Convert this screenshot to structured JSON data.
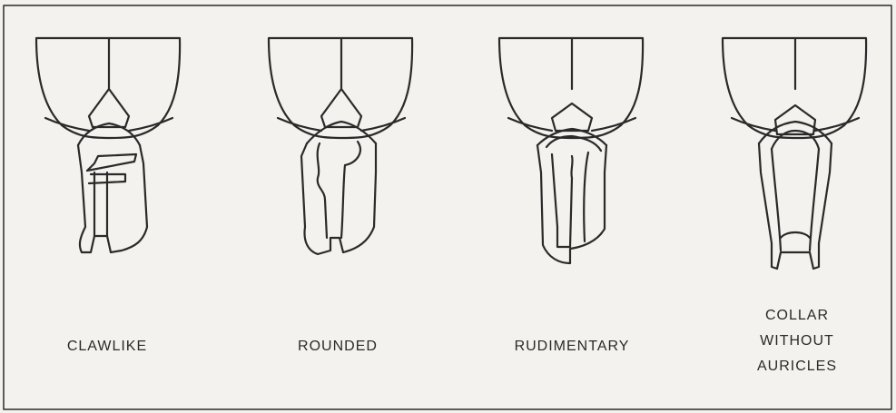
{
  "figure": {
    "panels": [
      {
        "id": "clawlike",
        "label_lines": [
          "CLAWLIKE"
        ]
      },
      {
        "id": "rounded",
        "label_lines": [
          "ROUNDED"
        ]
      },
      {
        "id": "rudimentary",
        "label_lines": [
          "RUDIMENTARY"
        ]
      },
      {
        "id": "collar",
        "label_lines": [
          "COLLAR",
          "WITHOUT",
          "AURICLES"
        ]
      }
    ],
    "colors": {
      "background": "#f4f2ee",
      "ink": "#2a2a2a"
    }
  }
}
